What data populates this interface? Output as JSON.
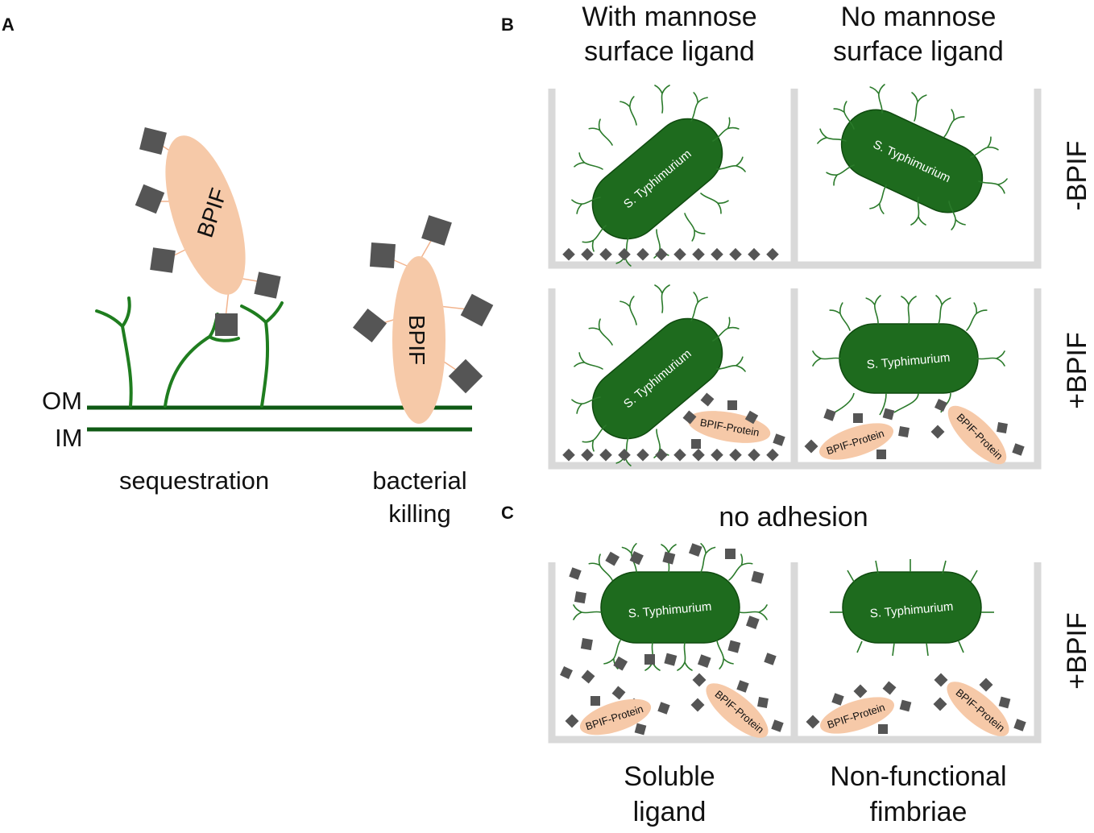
{
  "panels": {
    "a": "A",
    "b": "B",
    "c": "C"
  },
  "panel_a": {
    "om_label": "OM",
    "im_label": "IM",
    "protein_label": "BPIF",
    "sequestration_label": "sequestration",
    "killing_label_line1": "bacterial",
    "killing_label_line2": "killing"
  },
  "panel_b": {
    "col1_line1": "With mannose",
    "col1_line2": "surface ligand",
    "col2_line1": "No mannose",
    "col2_line2": "surface ligand",
    "row1_label": "-BPIF",
    "row2_label": "+BPIF"
  },
  "panel_c": {
    "title": "no adhesion",
    "row_label": "+BPIF",
    "col1_line1": "Soluble",
    "col1_line2": "ligand",
    "col2_line1": "Non-functional",
    "col2_line2": "fimbriae"
  },
  "bacterium_label": "S. Typhimurium",
  "protein_small_label": "BPIF-Protein",
  "colors": {
    "bacterium": "#1e6b1e",
    "fimbria": "#2a7a2a",
    "membrane": "#0f5a14",
    "protein": "#f6c9a8",
    "ligand": "#555555",
    "well": "#d9d9d9"
  }
}
